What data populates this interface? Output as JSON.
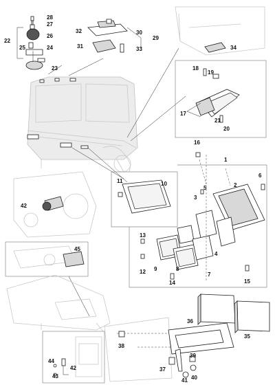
{
  "callouts": [
    "1",
    "2",
    "3",
    "4",
    "5",
    "6",
    "7",
    "8",
    "9",
    "10",
    "11",
    "12",
    "13",
    "14",
    "15",
    "16",
    "17",
    "18",
    "19",
    "20",
    "21",
    "22",
    "23",
    "24",
    "25",
    "26",
    "27",
    "28",
    "29",
    "30",
    "31",
    "32",
    "33",
    "34",
    "35",
    "36",
    "37",
    "38",
    "39",
    "40",
    "41",
    "42",
    "43",
    "44",
    "45"
  ]
}
